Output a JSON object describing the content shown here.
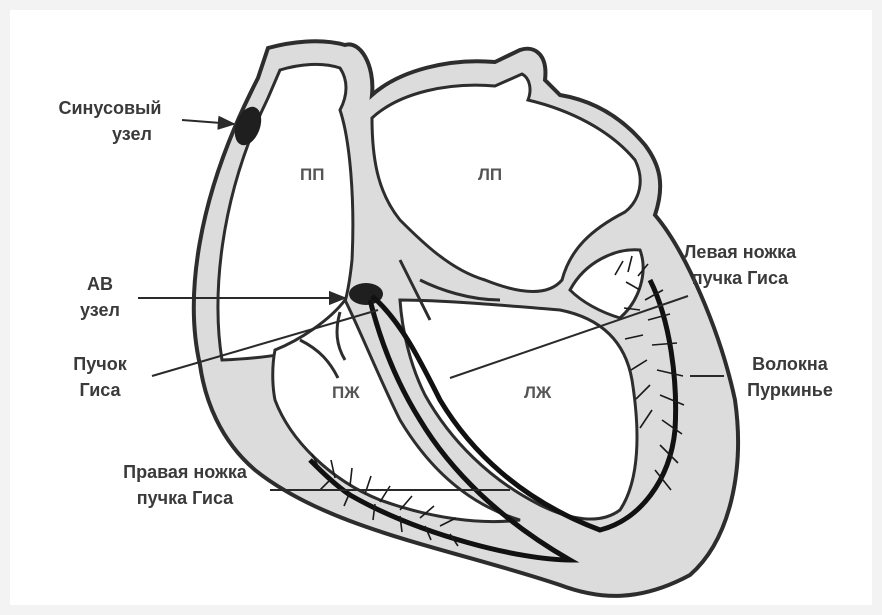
{
  "labels": {
    "sinus_node": [
      "Синусовый",
      "узел"
    ],
    "av_node": [
      "АВ",
      "узел"
    ],
    "his_bundle": [
      "Пучок",
      "Гиса"
    ],
    "right_bundle_branch": [
      "Правая ножка",
      "пучка Гиса"
    ],
    "left_bundle_branch": [
      "Левая ножка",
      "пучка Гиса"
    ],
    "purkinje_fibers": [
      "Волокна",
      "Пуркинье"
    ]
  },
  "chambers": {
    "right_atrium": "ПП",
    "left_atrium": "ЛП",
    "right_ventricle": "ПЖ",
    "left_ventricle": "ЛЖ"
  }
}
